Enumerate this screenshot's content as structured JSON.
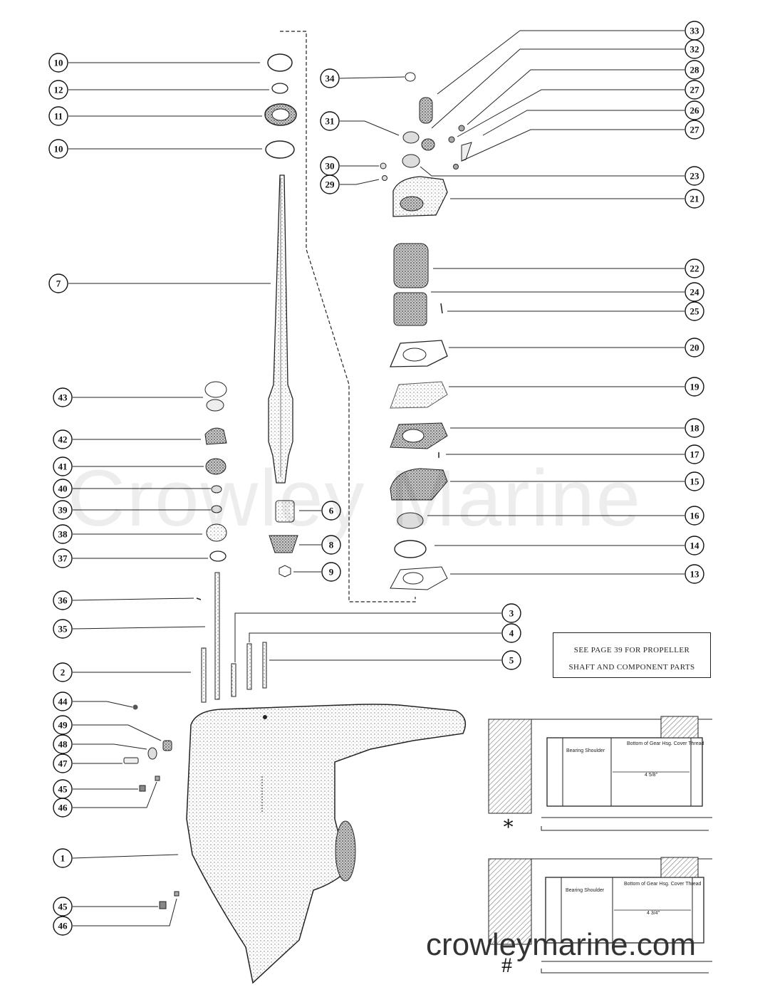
{
  "note": {
    "line1": "SEE PAGE 39 FOR PROPELLER",
    "line2": "SHAFT AND COMPONENT PARTS"
  },
  "watermark": "Crowley Marine",
  "site": "crowleymarine.com",
  "detail_top": {
    "shoulder_label": "Bearing Shoulder",
    "thread_label": "Bottom of Gear Hsg. Cover Thread",
    "dimension": "4 5/8\"",
    "marker": "∗"
  },
  "detail_bottom": {
    "shoulder_label": "Bearing Shoulder",
    "thread_label": "Bottom of Gear Hsg. Cover Thread",
    "dimension": "4 3/4\"",
    "marker": "#"
  },
  "callouts": [
    {
      "n": "10"
    },
    {
      "n": "12"
    },
    {
      "n": "11"
    },
    {
      "n": "10"
    },
    {
      "n": "7"
    },
    {
      "n": "43"
    },
    {
      "n": "42"
    },
    {
      "n": "41"
    },
    {
      "n": "40"
    },
    {
      "n": "39"
    },
    {
      "n": "38"
    },
    {
      "n": "37"
    },
    {
      "n": "36"
    },
    {
      "n": "35"
    },
    {
      "n": "2"
    },
    {
      "n": "44"
    },
    {
      "n": "49"
    },
    {
      "n": "48"
    },
    {
      "n": "47"
    },
    {
      "n": "45"
    },
    {
      "n": "46"
    },
    {
      "n": "1"
    },
    {
      "n": "45"
    },
    {
      "n": "46"
    },
    {
      "n": "6"
    },
    {
      "n": "8"
    },
    {
      "n": "9"
    },
    {
      "n": "34"
    },
    {
      "n": "31"
    },
    {
      "n": "30"
    },
    {
      "n": "29"
    },
    {
      "n": "33"
    },
    {
      "n": "32"
    },
    {
      "n": "28"
    },
    {
      "n": "27"
    },
    {
      "n": "26"
    },
    {
      "n": "27"
    },
    {
      "n": "23"
    },
    {
      "n": "21"
    },
    {
      "n": "22"
    },
    {
      "n": "24"
    },
    {
      "n": "25"
    },
    {
      "n": "20"
    },
    {
      "n": "19"
    },
    {
      "n": "18"
    },
    {
      "n": "17"
    },
    {
      "n": "15"
    },
    {
      "n": "16"
    },
    {
      "n": "14"
    },
    {
      "n": "13"
    },
    {
      "n": "3"
    },
    {
      "n": "4"
    },
    {
      "n": "5"
    }
  ]
}
